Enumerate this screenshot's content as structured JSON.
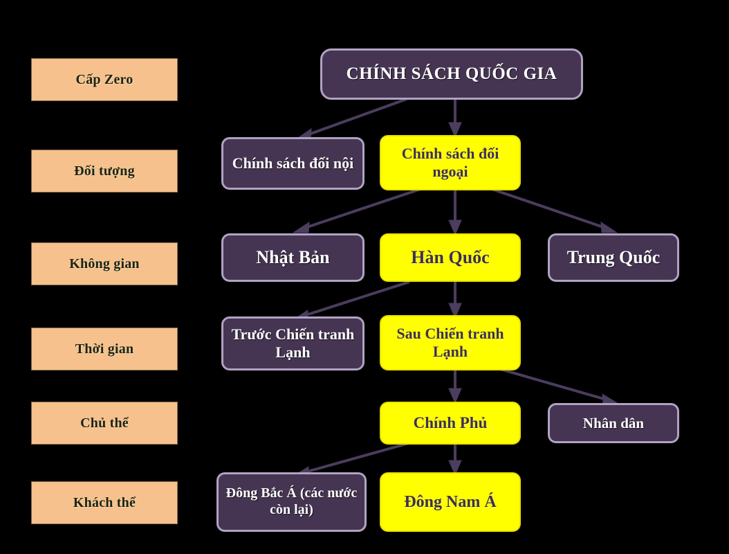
{
  "diagram": {
    "title": "CHÍNH SÁCH QUỐC GIA",
    "background_color": "#000000",
    "colors": {
      "level_label_fill": "#F6C18D",
      "level_label_text": "#1C2410",
      "node_purple_fill": "#453552",
      "node_purple_border": "#B0A3C2",
      "node_purple_text": "#FFFFFF",
      "node_yellow_fill": "#FFFF00",
      "node_yellow_text": "#3D3150",
      "arrow_color": "#4B3D5E"
    }
  },
  "levels": [
    {
      "label": "Cấp Zero"
    },
    {
      "label": "Đối tượng"
    },
    {
      "label": "Không gian"
    },
    {
      "label": "Thời gian"
    },
    {
      "label": "Chủ thể"
    },
    {
      "label": "Khách thể"
    }
  ],
  "nodes": [
    {
      "id": "root",
      "label": "CHÍNH SÁCH QUỐC GIA",
      "style": "purple"
    },
    {
      "id": "doi-noi",
      "label": "Chính sách đối nội",
      "style": "purple"
    },
    {
      "id": "doi-ngoai",
      "label": "Chính sách đối ngoại",
      "style": "yellow"
    },
    {
      "id": "nhat-ban",
      "label": "Nhật Bản",
      "style": "purple"
    },
    {
      "id": "han-quoc",
      "label": "Hàn Quốc",
      "style": "yellow"
    },
    {
      "id": "trung-quoc",
      "label": "Trung Quốc",
      "style": "purple"
    },
    {
      "id": "truoc-ctl",
      "label": "Trước Chiến tranh Lạnh",
      "style": "purple"
    },
    {
      "id": "sau-ctl",
      "label": "Sau Chiến tranh Lạnh",
      "style": "yellow"
    },
    {
      "id": "chinh-phu",
      "label": "Chính Phủ",
      "style": "yellow"
    },
    {
      "id": "nhan-dan",
      "label": "Nhân dân",
      "style": "purple"
    },
    {
      "id": "dong-bac-a",
      "label": "Đông Bắc Á (các nước còn lại)",
      "style": "purple"
    },
    {
      "id": "dong-nam-a",
      "label": "Đông Nam Á",
      "style": "yellow"
    }
  ],
  "edges": [
    {
      "from": "root",
      "to": "doi-noi"
    },
    {
      "from": "root",
      "to": "doi-ngoai"
    },
    {
      "from": "doi-ngoai",
      "to": "nhat-ban"
    },
    {
      "from": "doi-ngoai",
      "to": "han-quoc"
    },
    {
      "from": "doi-ngoai",
      "to": "trung-quoc"
    },
    {
      "from": "han-quoc",
      "to": "truoc-ctl"
    },
    {
      "from": "han-quoc",
      "to": "sau-ctl"
    },
    {
      "from": "sau-ctl",
      "to": "chinh-phu"
    },
    {
      "from": "sau-ctl",
      "to": "nhan-dan"
    },
    {
      "from": "chinh-phu",
      "to": "dong-bac-a"
    },
    {
      "from": "chinh-phu",
      "to": "dong-nam-a"
    }
  ]
}
